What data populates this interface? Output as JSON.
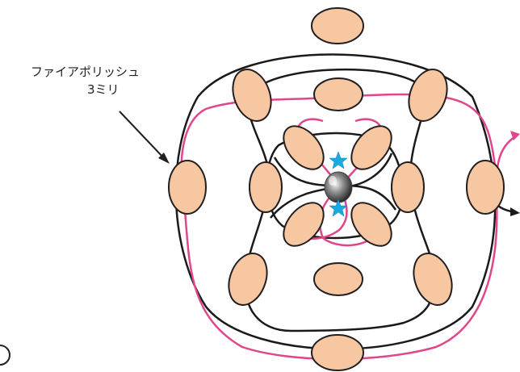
{
  "labels": {
    "bead_name": "ファイアポリッシュ",
    "bead_size": "3ミリ"
  },
  "colors": {
    "bead_fill": "#f6c7a1",
    "bead_stroke": "#231f20",
    "thread_black": "#1a1a1a",
    "thread_pink": "#e0468b",
    "star": "#1aa9e0",
    "center_bead": "#6b6b6b"
  },
  "icons": {
    "bead": "oval-bead",
    "center": "round-metal-bead",
    "marker": "star-icon",
    "pointer": "arrow-icon"
  }
}
